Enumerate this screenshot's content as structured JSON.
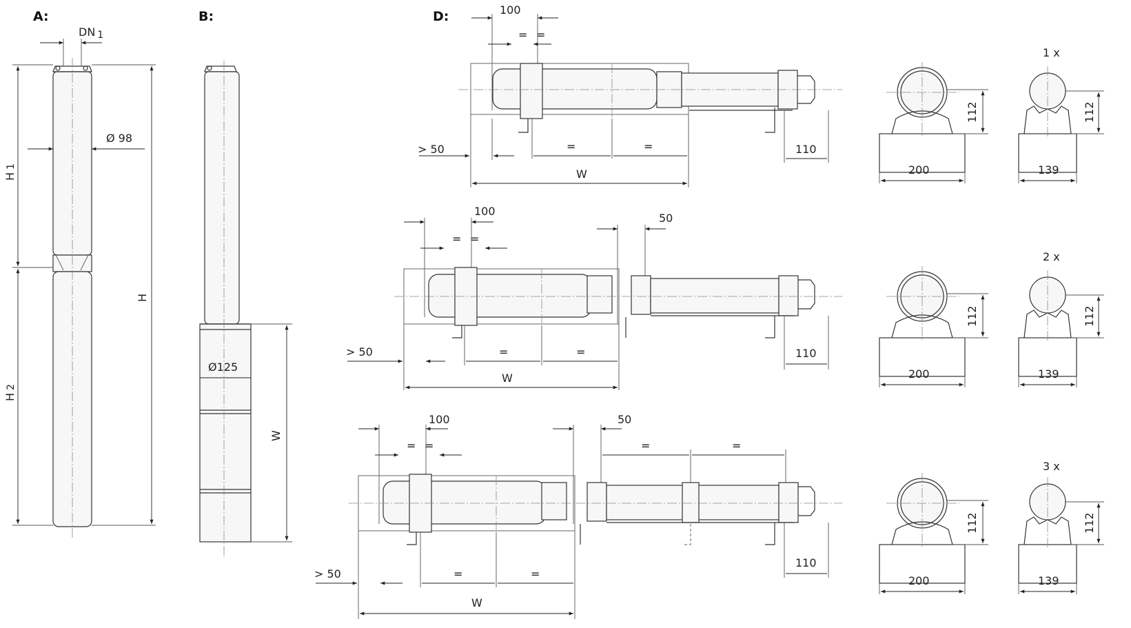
{
  "views": {
    "a": {
      "label": "A:",
      "dn_main": "DN",
      "dn_sub": "1",
      "diameter": "Ø 98",
      "h1_main": "H",
      "h1_sub": "1",
      "h2_main": "H",
      "h2_sub": "2",
      "h": "H"
    },
    "b": {
      "label": "B:",
      "diameter": "Ø125",
      "w": "W"
    },
    "d": {
      "label": "D:",
      "rows": [
        {
          "d100": "100",
          "d50": "",
          "gt50": "> 50",
          "eq1": "=",
          "eq2": "=",
          "eq3": "=",
          "eq4": "=",
          "eq5": "",
          "eq6": "",
          "w": "W",
          "d110": "110",
          "d112a": "112",
          "d200": "200",
          "count": "1 x",
          "d112b": "112",
          "d139": "139"
        },
        {
          "d100": "100",
          "d50": "50",
          "gt50": "> 50",
          "eq1": "=",
          "eq2": "=",
          "eq3": "=",
          "eq4": "=",
          "eq5": "",
          "eq6": "",
          "w": "W",
          "d110": "110",
          "d112a": "112",
          "d200": "200",
          "count": "2 x",
          "d112b": "112",
          "d139": "139"
        },
        {
          "d100": "100",
          "d50": "50",
          "gt50": "> 50",
          "eq1": "=",
          "eq2": "=",
          "eq3": "=",
          "eq4": "=",
          "eq5": "=",
          "eq6": "=",
          "w": "W",
          "d110": "110",
          "d112a": "112",
          "d200": "200",
          "count": "3 x",
          "d112b": "112",
          "d139": "139"
        }
      ]
    }
  }
}
